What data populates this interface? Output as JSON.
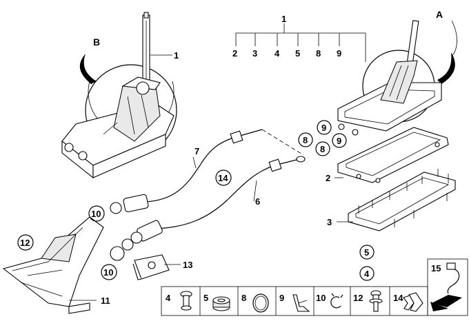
{
  "callouts": [
    {
      "id": "c1a",
      "text": "1",
      "circle": false
    },
    {
      "id": "c1b",
      "text": "1",
      "circle": false
    },
    {
      "id": "c2a",
      "text": "2",
      "circle": false
    },
    {
      "id": "c3a",
      "text": "3",
      "circle": false
    },
    {
      "id": "c4a",
      "text": "4",
      "circle": false
    },
    {
      "id": "c5a",
      "text": "5",
      "circle": false
    },
    {
      "id": "c8a",
      "text": "8",
      "circle": false
    },
    {
      "id": "c9a",
      "text": "9",
      "circle": false
    },
    {
      "id": "c2b",
      "text": "2",
      "circle": false
    },
    {
      "id": "c3b",
      "text": "3",
      "circle": false
    },
    {
      "id": "c6",
      "text": "6",
      "circle": false
    },
    {
      "id": "c7",
      "text": "7",
      "circle": false
    },
    {
      "id": "c11",
      "text": "11",
      "circle": false
    },
    {
      "id": "c13",
      "text": "13",
      "circle": false
    },
    {
      "id": "c9b",
      "text": "9",
      "circle": true
    },
    {
      "id": "c9c",
      "text": "9",
      "circle": true
    },
    {
      "id": "c8b",
      "text": "8",
      "circle": true
    },
    {
      "id": "c8c",
      "text": "8",
      "circle": true
    },
    {
      "id": "c14",
      "text": "14",
      "circle": true
    },
    {
      "id": "c10a",
      "text": "10",
      "circle": true
    },
    {
      "id": "c10b",
      "text": "10",
      "circle": true
    },
    {
      "id": "c12",
      "text": "12",
      "circle": true
    },
    {
      "id": "c5b",
      "text": "5",
      "circle": true
    },
    {
      "id": "c4b",
      "text": "4",
      "circle": true
    }
  ],
  "detail_labels": {
    "a": "A",
    "b": "B"
  },
  "legend": [
    {
      "num": "4",
      "icon": "bolt-icon"
    },
    {
      "num": "5",
      "icon": "bush-icon"
    },
    {
      "num": "8",
      "icon": "o-ring-icon"
    },
    {
      "num": "9",
      "icon": "spring-clip-icon"
    },
    {
      "num": "10",
      "icon": "circlip-icon"
    },
    {
      "num": "12",
      "icon": "collar-screw-icon"
    },
    {
      "num": "14",
      "icon": "holder-clip-icon"
    }
  ],
  "legend_corner": {
    "num": "15",
    "icon": "wire-clip-icon"
  }
}
